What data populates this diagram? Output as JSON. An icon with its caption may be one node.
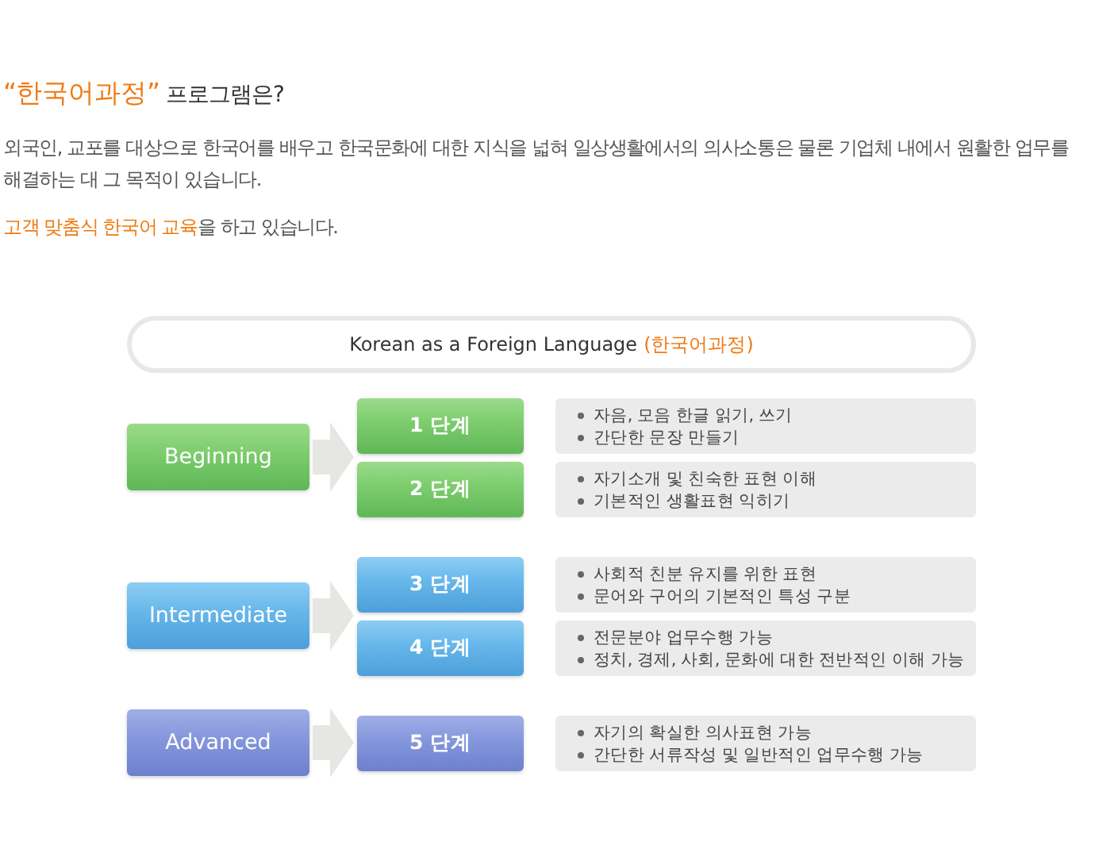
{
  "diagram": {
    "title": "**“한국어과정”** 프로그램은?",
    "nodes": [
      {
        "text": [
          "Korean as a Foreign Language **(한국어과정)**"
        ]
      },
      {
        "text": [
          "Beginning"
        ]
      },
      {
        "text": [
          "1 단계"
        ]
      },
      {
        "text": [
          "자음, 모음 한글 읽기, 쓰기",
          "간단한 문장 만들기"
        ]
      },
      {
        "text": [
          "2 단계"
        ]
      },
      {
        "text": [
          "자기소개 및 친숙한 표현 이해",
          "기본적인 생활표현 익히기"
        ]
      },
      {
        "text": [
          "Intermediate"
        ]
      },
      {
        "text": [
          "3 단계"
        ]
      },
      {
        "text": [
          "사회적 친분 유지를 위한 표현",
          "문어와 구어의 기본적인 특성 구분"
        ]
      },
      {
        "text": [
          "4 단계"
        ]
      },
      {
        "text": [
          "전문분야 업무수행 가능",
          "정치, 경제, 사회, 문화에 대한 전반적인 이해 가능"
        ]
      },
      {
        "text": [
          "Advanced"
        ]
      },
      {
        "text": [
          "5 단계"
        ]
      },
      {
        "text": [
          "자기의 확실한 의사표현 가능",
          "간단한 서류작성 및 일반적인 업무수행 가능"
        ]
      }
    ],
    "edges": [
      {
        "from": 1,
        "to": 2,
        "arrow": "to"
      },
      {
        "from": 1,
        "to": 4,
        "arrow": "to"
      },
      {
        "from": 6,
        "to": 7,
        "arrow": "to"
      },
      {
        "from": 6,
        "to": 9,
        "arrow": "to"
      },
      {
        "from": 11,
        "to": 12,
        "arrow": "to"
      }
    ],
    "labels": [
      "외국인, 교포를 대상으로 한국어를 배우고 한국문화에 대한 지식을 넓혀 일상생활에서의 의사소통은 물론 기업체 내에서 원활한 업무를 해결하는 대 그 목적이 있습니다.",
      "**고객 맞춤식 한국어 교육**을 하고 있습니다."
    ]
  }
}
